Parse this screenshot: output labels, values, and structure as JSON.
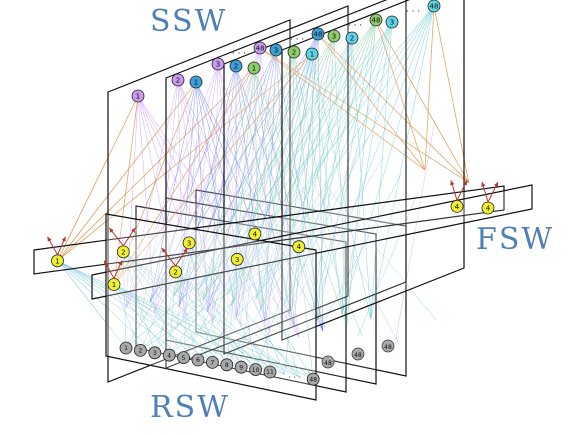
{
  "labels": {
    "top": "SSW",
    "right": "FSW",
    "bottom": "RSW"
  },
  "colors": {
    "tier_label": "#4e7fb8",
    "uplink_arrow": "#b03a2e",
    "plane_colors": [
      "#b36cff",
      "#1f3fe0",
      "#2aa66a",
      "#17b3c7"
    ],
    "spine_fills": [
      "#c89bf0",
      "#3aa0d8",
      "#8fcc6a",
      "#5fd2e6"
    ],
    "fabric_fill": "#f0f032",
    "rack_fill": "#a8a8a8",
    "orange_links": "#d9822b",
    "rack_links": "#2b9fd6"
  },
  "spine_planes": [
    {
      "nodes": [
        "1",
        "2",
        "3",
        "48"
      ],
      "ellipsis": "· · ·"
    },
    {
      "nodes": [
        "1",
        "2",
        "3",
        "48"
      ],
      "ellipsis": "· · ·"
    },
    {
      "nodes": [
        "1",
        "2",
        "3",
        "48"
      ],
      "ellipsis": "· · ·"
    },
    {
      "nodes": [
        "1",
        "2",
        "3",
        "48"
      ],
      "ellipsis": "· · ·"
    }
  ],
  "fabric_pods": [
    {
      "nodes": [
        "1",
        "2",
        "3",
        "4"
      ]
    },
    {
      "nodes": [
        "1",
        "2",
        "3",
        "4"
      ]
    }
  ],
  "rack_switches": {
    "nodes": [
      "1",
      "2",
      "3",
      "4",
      "5",
      "6",
      "7",
      "8",
      "9",
      "10",
      "11",
      "48"
    ],
    "ellipsis": "· · ·",
    "back_planes_last": "48"
  }
}
